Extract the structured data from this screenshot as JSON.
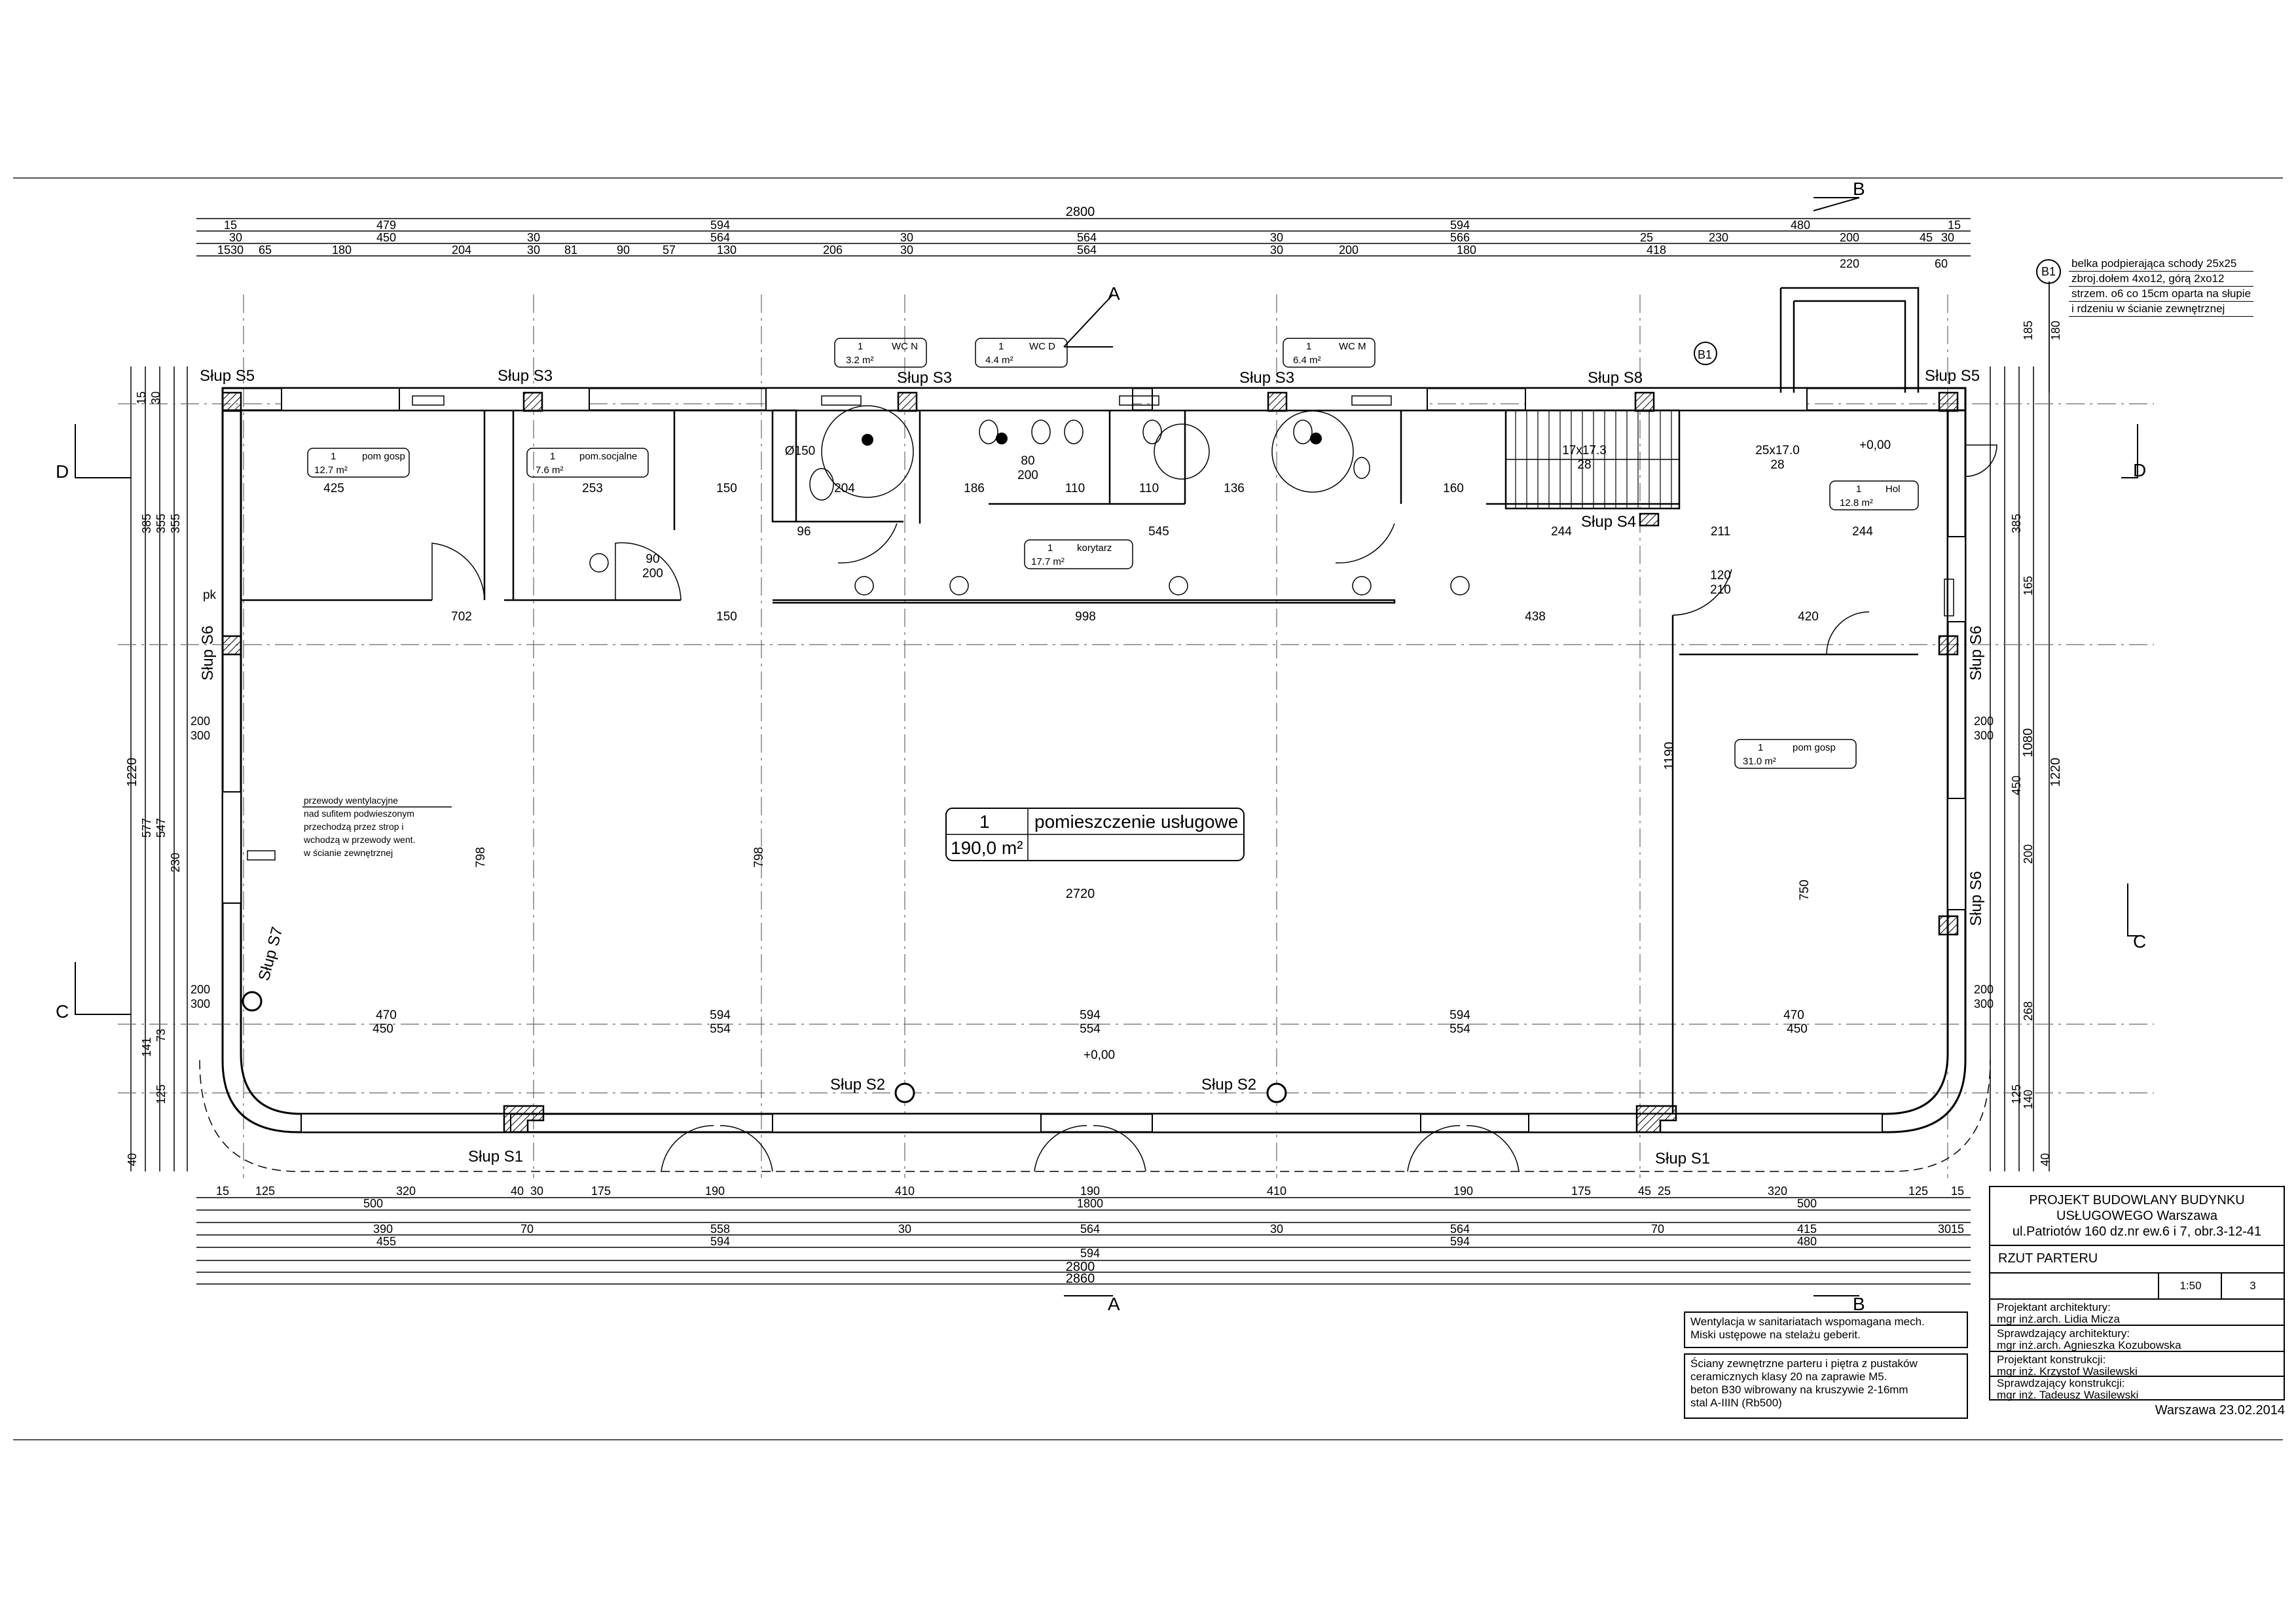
{
  "drawing": {
    "overall_dims": [
      "2800",
      "2860",
      "2720",
      "1220",
      "1080",
      "1190"
    ],
    "top_chain_1": [
      "15",
      "479",
      "594",
      "594",
      "480",
      "15"
    ],
    "top_chain_2": [
      "30",
      "450",
      "30",
      "564",
      "30",
      "564",
      "30",
      "566",
      "25",
      "230",
      "200",
      "45",
      "30"
    ],
    "top_chain_3": [
      "1530",
      "65",
      "180",
      "204",
      "30",
      "81",
      "90",
      "57",
      "130",
      "206",
      "30",
      "564",
      "30",
      "200",
      "180",
      "418",
      "220",
      "60"
    ],
    "bottom_chain_1": [
      "15",
      "125",
      "320",
      "40",
      "30",
      "175",
      "190",
      "410",
      "190",
      "410",
      "190",
      "175",
      "45",
      "25",
      "320",
      "125",
      "15"
    ],
    "bottom_chain_2": [
      "500",
      "1800",
      "500"
    ],
    "bottom_chain_3": [
      "390",
      "70",
      "558",
      "30",
      "564",
      "30",
      "564",
      "70",
      "415",
      "3015"
    ],
    "bottom_chain_4": [
      "455",
      "594",
      "594",
      "594",
      "480"
    ],
    "left_dims": [
      "15",
      "30",
      "385",
      "355",
      "355",
      "200",
      "300",
      "577",
      "547",
      "230",
      "200",
      "300",
      "141",
      "73",
      "125",
      "40"
    ],
    "right_dims": [
      "180",
      "185",
      "385",
      "165",
      "200",
      "300",
      "450",
      "200",
      "268",
      "200",
      "300",
      "125",
      "140",
      "40"
    ],
    "columns": [
      "Słup S5",
      "Słup S3",
      "Słup S3",
      "Słup S3",
      "Słup S8",
      "Słup S5",
      "Słup S6",
      "Słup S6",
      "Słup S6",
      "Słup S7",
      "Słup S2",
      "Słup S2",
      "Słup S1",
      "Słup S1",
      "Słup S4"
    ],
    "sections": [
      "A",
      "A",
      "B",
      "B",
      "C",
      "C",
      "D",
      "D"
    ],
    "beam_tag": "B1",
    "levels": [
      "+0,00",
      "+0,00"
    ],
    "rooms": [
      {
        "no": "1",
        "name": "pom gosp",
        "area": "12.7 m²"
      },
      {
        "no": "1",
        "name": "pom.socjalne",
        "area": "7.6 m²"
      },
      {
        "no": "1",
        "name": "WC N",
        "area": "3.2 m²"
      },
      {
        "no": "1",
        "name": "WC D",
        "area": "4.4 m²"
      },
      {
        "no": "1",
        "name": "WC M",
        "area": "6.4 m²"
      },
      {
        "no": "1",
        "name": "korytarz",
        "area": "17.7 m²"
      },
      {
        "no": "1",
        "name": "Hol",
        "area": "12.8 m²"
      },
      {
        "no": "1",
        "name": "pom gosp",
        "area": "31.0 m²"
      }
    ],
    "main_room": {
      "no": "1",
      "name": "pomieszczenie usługowe",
      "area": "190,0 m²"
    },
    "interior_dims": [
      "425",
      "253",
      "150",
      "204",
      "186",
      "110",
      "110",
      "136",
      "160",
      "96",
      "545",
      "244",
      "211",
      "244",
      "702",
      "150",
      "998",
      "438",
      "420",
      "90",
      "200",
      "120",
      "210",
      "80",
      "200",
      "17x17.3",
      "28",
      "25x17.0",
      "28",
      "Ø150",
      "pk",
      "798",
      "798",
      "750",
      "470",
      "594",
      "594",
      "594",
      "470",
      "450",
      "554",
      "554",
      "554",
      "450"
    ],
    "stair": {
      "steps_a": "17x17.3",
      "steps_b": "25x17.0"
    },
    "vent_note": [
      "przewody wentylacyjne",
      "nad sufitem podwieszonym",
      "przechodzą przez strop i",
      "wchodzą w przewody went.",
      "w ścianie zewnętrznej"
    ],
    "beam_note": [
      "belka podpierająca schody 25x25",
      "zbroj.dołem 4xo12, górą 2xo12",
      "strzem. o6 co 15cm oparta na słupie",
      "i rdzeniu w ścianie zewnętrznej"
    ]
  },
  "notes": {
    "ventilation": [
      "Wentylacja w sanitariatach wspomagana mech.",
      "Miski ustępowe na stelażu geberit."
    ],
    "walls": [
      "Ściany zewnętrzne parteru i piętra z pustaków",
      "ceramicznych klasy 20 na zaprawie M5.",
      "beton B30 wibrowany na kruszywie 2-16mm",
      "stal A-IIIN (Rb500)"
    ]
  },
  "title_block": {
    "project": [
      "PROJEKT BUDOWLANY BUDYNKU",
      "USŁUGOWEGO Warszawa",
      "ul.Patriotów 160 dz.nr ew.6 i 7, obr.3-12-41"
    ],
    "drawing_title": "RZUT PARTERU",
    "scale": "1:50",
    "sheet": "3",
    "roles": [
      {
        "role": "Projektant architektury:",
        "name": "mgr inż.arch. Lidia Micza"
      },
      {
        "role": "Sprawdzający architektury:",
        "name": "mgr inż.arch. Agnieszka Kozubowska"
      },
      {
        "role": "Projektant konstrukcji:",
        "name": "mgr inż. Krzystof Wasilewski"
      },
      {
        "role": "Sprawdzający konstrukcji:",
        "name": "mgr inż. Tadeusz Wasilewski"
      }
    ],
    "place_date": "Warszawa 23.02.2014"
  }
}
